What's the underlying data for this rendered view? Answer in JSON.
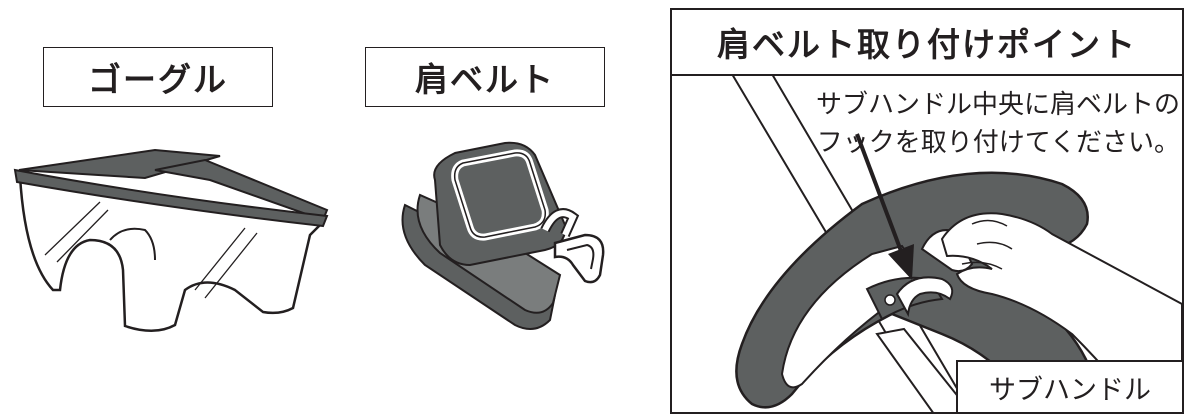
{
  "goggles": {
    "label": "ゴーグル",
    "icon": "safety-goggles-icon"
  },
  "belt": {
    "label": "肩ベルト",
    "icon": "shoulder-belt-icon"
  },
  "attach_point": {
    "title": "肩ベルト取り付けポイント",
    "instruction_line1": "サブハンドル中央に肩ベルトの",
    "instruction_line2": "フックを取り付けてください。",
    "subhandle_label": "サブハンドル"
  },
  "colors": {
    "ink": "#231f20",
    "gray_dark": "#5d6060",
    "gray_mid": "#7a7d7d",
    "gray_light": "#a7a9ac"
  }
}
